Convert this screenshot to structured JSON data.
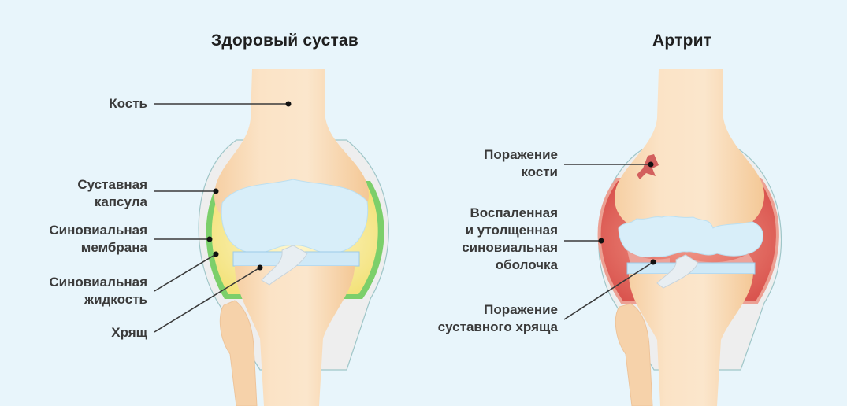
{
  "healthy": {
    "title": "Здоровый сустав",
    "labels": {
      "bone": "Кость",
      "capsule_1": "Суставная",
      "capsule_2": "капсула",
      "membrane_1": "Синовиальная",
      "membrane_2": "мембрана",
      "fluid_1": "Синовиальная",
      "fluid_2": "жидкость",
      "cartilage": "Хрящ"
    }
  },
  "arthritis": {
    "title": "Артрит",
    "labels": {
      "bone_damage_1": "Поражение",
      "bone_damage_2": "кости",
      "inflamed_1": "Воспаленная",
      "inflamed_2": "и утолщенная",
      "inflamed_3": "синовиальная",
      "inflamed_4": "оболочка",
      "cartilage_damage_1": "Поражение",
      "cartilage_damage_2": "суставного хряща"
    }
  },
  "colors": {
    "background": "#e8f5fb",
    "bone": "#f9dcb8",
    "bone_light": "#fcebd6",
    "cartilage": "#d6edf9",
    "capsule": "#efefef",
    "membrane_healthy": "#7ccf6a",
    "fluid_healthy": "#f8eeaa",
    "membrane_inflamed": "#e4706a",
    "bone_damage": "#d3605e"
  }
}
